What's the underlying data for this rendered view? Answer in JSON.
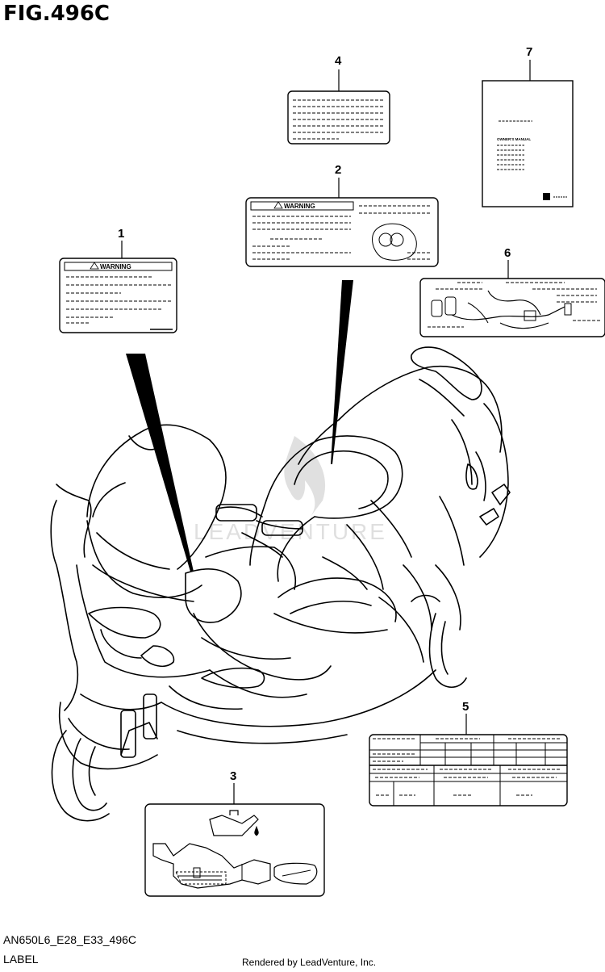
{
  "figure": {
    "title": "FIG.496C",
    "code": "AN650L6_E28_E33_496C",
    "section": "LABEL",
    "rendered_by": "Rendered by LeadVenture, Inc."
  },
  "callouts": [
    "1",
    "2",
    "3",
    "4",
    "5",
    "6",
    "7"
  ],
  "warning_text": "WARNING",
  "owners_manual_text": "OWNER'S MANUAL",
  "watermark": "LEADVENTURE"
}
